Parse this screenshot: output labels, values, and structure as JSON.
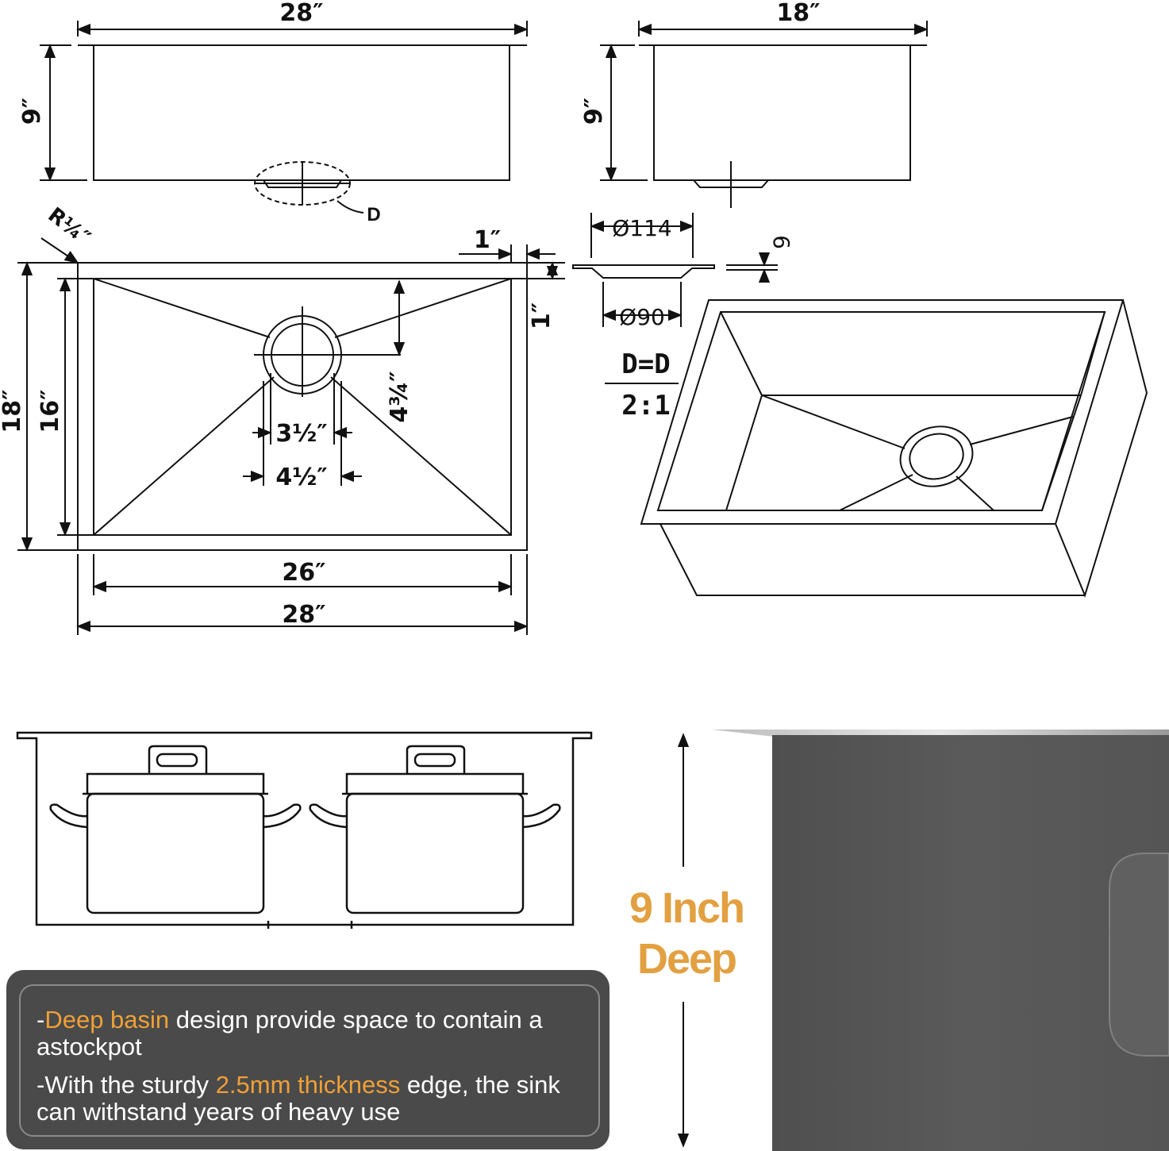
{
  "dimensions": {
    "side_length": "28″",
    "side_height": "9″",
    "end_width": "18″",
    "end_height": "9″",
    "corner_radius": "R¼″",
    "rim_right": "1″",
    "rim_top": "1″",
    "outer_depth": "18″",
    "inner_depth": "16″",
    "drain_offset": "4¾″",
    "drain_inner": "3½″",
    "drain_outer": "4½″",
    "inner_length": "26″",
    "outer_length": "28″"
  },
  "detail": {
    "marker": "D",
    "diameter_outer": "Ø114",
    "diameter_inner": "Ø90",
    "thickness": "6",
    "title": "D=D",
    "scale": "2:1"
  },
  "depth_callout": {
    "line1": "9 Inch",
    "line2": "Deep"
  },
  "info": {
    "line1_prefix": "-",
    "line1_highlight": "Deep basin",
    "line1_rest": " design provide space to contain a astockpot",
    "line2_prefix": "-With the sturdy ",
    "line2_highlight": "2.5mm thickness",
    "line2_rest": " edge, the sink can withstand years of heavy use"
  },
  "colors": {
    "highlight": "#f0a037",
    "panel_background": "#4a4a4a",
    "depth_label": "#e2a040",
    "photo_steel": "#5a5a5a"
  }
}
